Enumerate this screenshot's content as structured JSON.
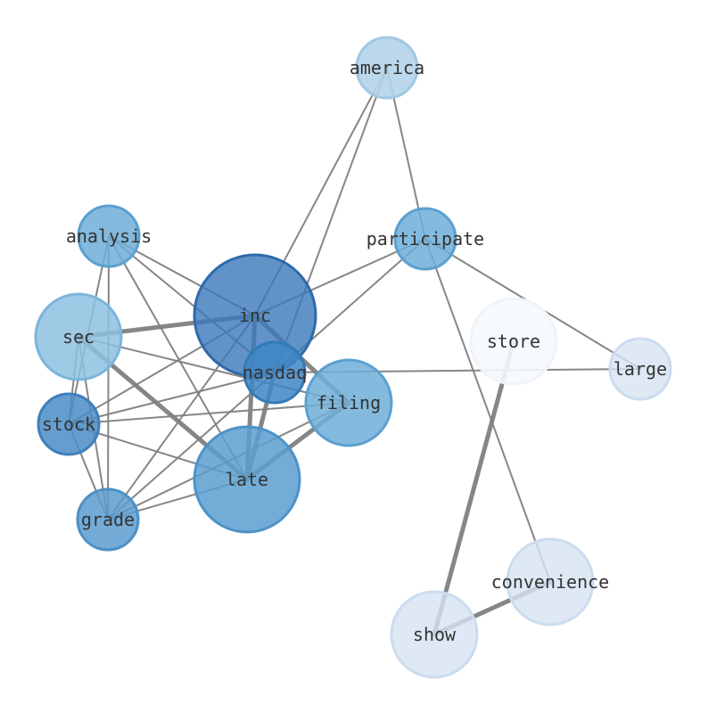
{
  "graph": {
    "nodes": [
      {
        "id": "america",
        "label": "america",
        "fill": "#b3d3e9",
        "stroke": "#a2c8e2",
        "opacity": 0.9
      },
      {
        "id": "participate",
        "label": "participate",
        "fill": "#6eaed8",
        "stroke": "#5aa0d0",
        "opacity": 0.85
      },
      {
        "id": "analysis",
        "label": "analysis",
        "fill": "#6eaed8",
        "stroke": "#5aa0d0",
        "opacity": 0.85
      },
      {
        "id": "inc",
        "label": "inc",
        "fill": "#3a78bb",
        "stroke": "#2f6aab",
        "opacity": 0.8
      },
      {
        "id": "sec",
        "label": "sec",
        "fill": "#8ec1e1",
        "stroke": "#7bb5db",
        "opacity": 0.85
      },
      {
        "id": "nasdaq",
        "label": "nasdaq",
        "fill": "#3f86c4",
        "stroke": "#337ab8",
        "opacity": 0.85
      },
      {
        "id": "filing",
        "label": "filing",
        "fill": "#6eaed8",
        "stroke": "#5aa0d0",
        "opacity": 0.85
      },
      {
        "id": "stock",
        "label": "stock",
        "fill": "#4a8cc6",
        "stroke": "#3e7fba",
        "opacity": 0.85
      },
      {
        "id": "late",
        "label": "late",
        "fill": "#5b9fd0",
        "stroke": "#4d93c8",
        "opacity": 0.85
      },
      {
        "id": "grade",
        "label": "grade",
        "fill": "#5a9ccf",
        "stroke": "#4d90c5",
        "opacity": 0.85
      },
      {
        "id": "store",
        "label": "store",
        "fill": "#f5f9fd",
        "stroke": "#eef4fa",
        "opacity": 0.9
      },
      {
        "id": "large",
        "label": "large",
        "fill": "#d6e4f3",
        "stroke": "#cbdcef",
        "opacity": 0.8
      },
      {
        "id": "convenience",
        "label": "convenience",
        "fill": "#d6e4f3",
        "stroke": "#cbdcef",
        "opacity": 0.8
      },
      {
        "id": "show",
        "label": "show",
        "fill": "#d6e4f3",
        "stroke": "#cbdcef",
        "opacity": 0.8
      }
    ],
    "edges": [
      {
        "source": "america",
        "target": "inc",
        "weight": 1
      },
      {
        "source": "america",
        "target": "nasdaq",
        "weight": 1
      },
      {
        "source": "america",
        "target": "participate",
        "weight": 1
      },
      {
        "source": "participate",
        "target": "inc",
        "weight": 1
      },
      {
        "source": "participate",
        "target": "nasdaq",
        "weight": 1
      },
      {
        "source": "participate",
        "target": "large",
        "weight": 1
      },
      {
        "source": "participate",
        "target": "convenience",
        "weight": 1
      },
      {
        "source": "analysis",
        "target": "inc",
        "weight": 1
      },
      {
        "source": "analysis",
        "target": "nasdaq",
        "weight": 1
      },
      {
        "source": "analysis",
        "target": "stock",
        "weight": 1
      },
      {
        "source": "analysis",
        "target": "grade",
        "weight": 1
      },
      {
        "source": "analysis",
        "target": "late",
        "weight": 1
      },
      {
        "source": "sec",
        "target": "inc",
        "weight": 2.5
      },
      {
        "source": "sec",
        "target": "late",
        "weight": 2.5
      },
      {
        "source": "sec",
        "target": "stock",
        "weight": 1
      },
      {
        "source": "sec",
        "target": "grade",
        "weight": 1
      },
      {
        "source": "sec",
        "target": "filing",
        "weight": 1
      },
      {
        "source": "inc",
        "target": "late",
        "weight": 2.5
      },
      {
        "source": "inc",
        "target": "filing",
        "weight": 2.5
      },
      {
        "source": "inc",
        "target": "stock",
        "weight": 1
      },
      {
        "source": "inc",
        "target": "grade",
        "weight": 1
      },
      {
        "source": "nasdaq",
        "target": "late",
        "weight": 2.5
      },
      {
        "source": "nasdaq",
        "target": "stock",
        "weight": 1
      },
      {
        "source": "nasdaq",
        "target": "grade",
        "weight": 1
      },
      {
        "source": "nasdaq",
        "target": "large",
        "weight": 1
      },
      {
        "source": "filing",
        "target": "late",
        "weight": 2.5
      },
      {
        "source": "filing",
        "target": "stock",
        "weight": 1
      },
      {
        "source": "filing",
        "target": "grade",
        "weight": 1
      },
      {
        "source": "stock",
        "target": "late",
        "weight": 1
      },
      {
        "source": "stock",
        "target": "grade",
        "weight": 1
      },
      {
        "source": "late",
        "target": "grade",
        "weight": 1
      },
      {
        "source": "store",
        "target": "show",
        "weight": 2.5
      },
      {
        "source": "show",
        "target": "convenience",
        "weight": 2.5
      }
    ]
  }
}
